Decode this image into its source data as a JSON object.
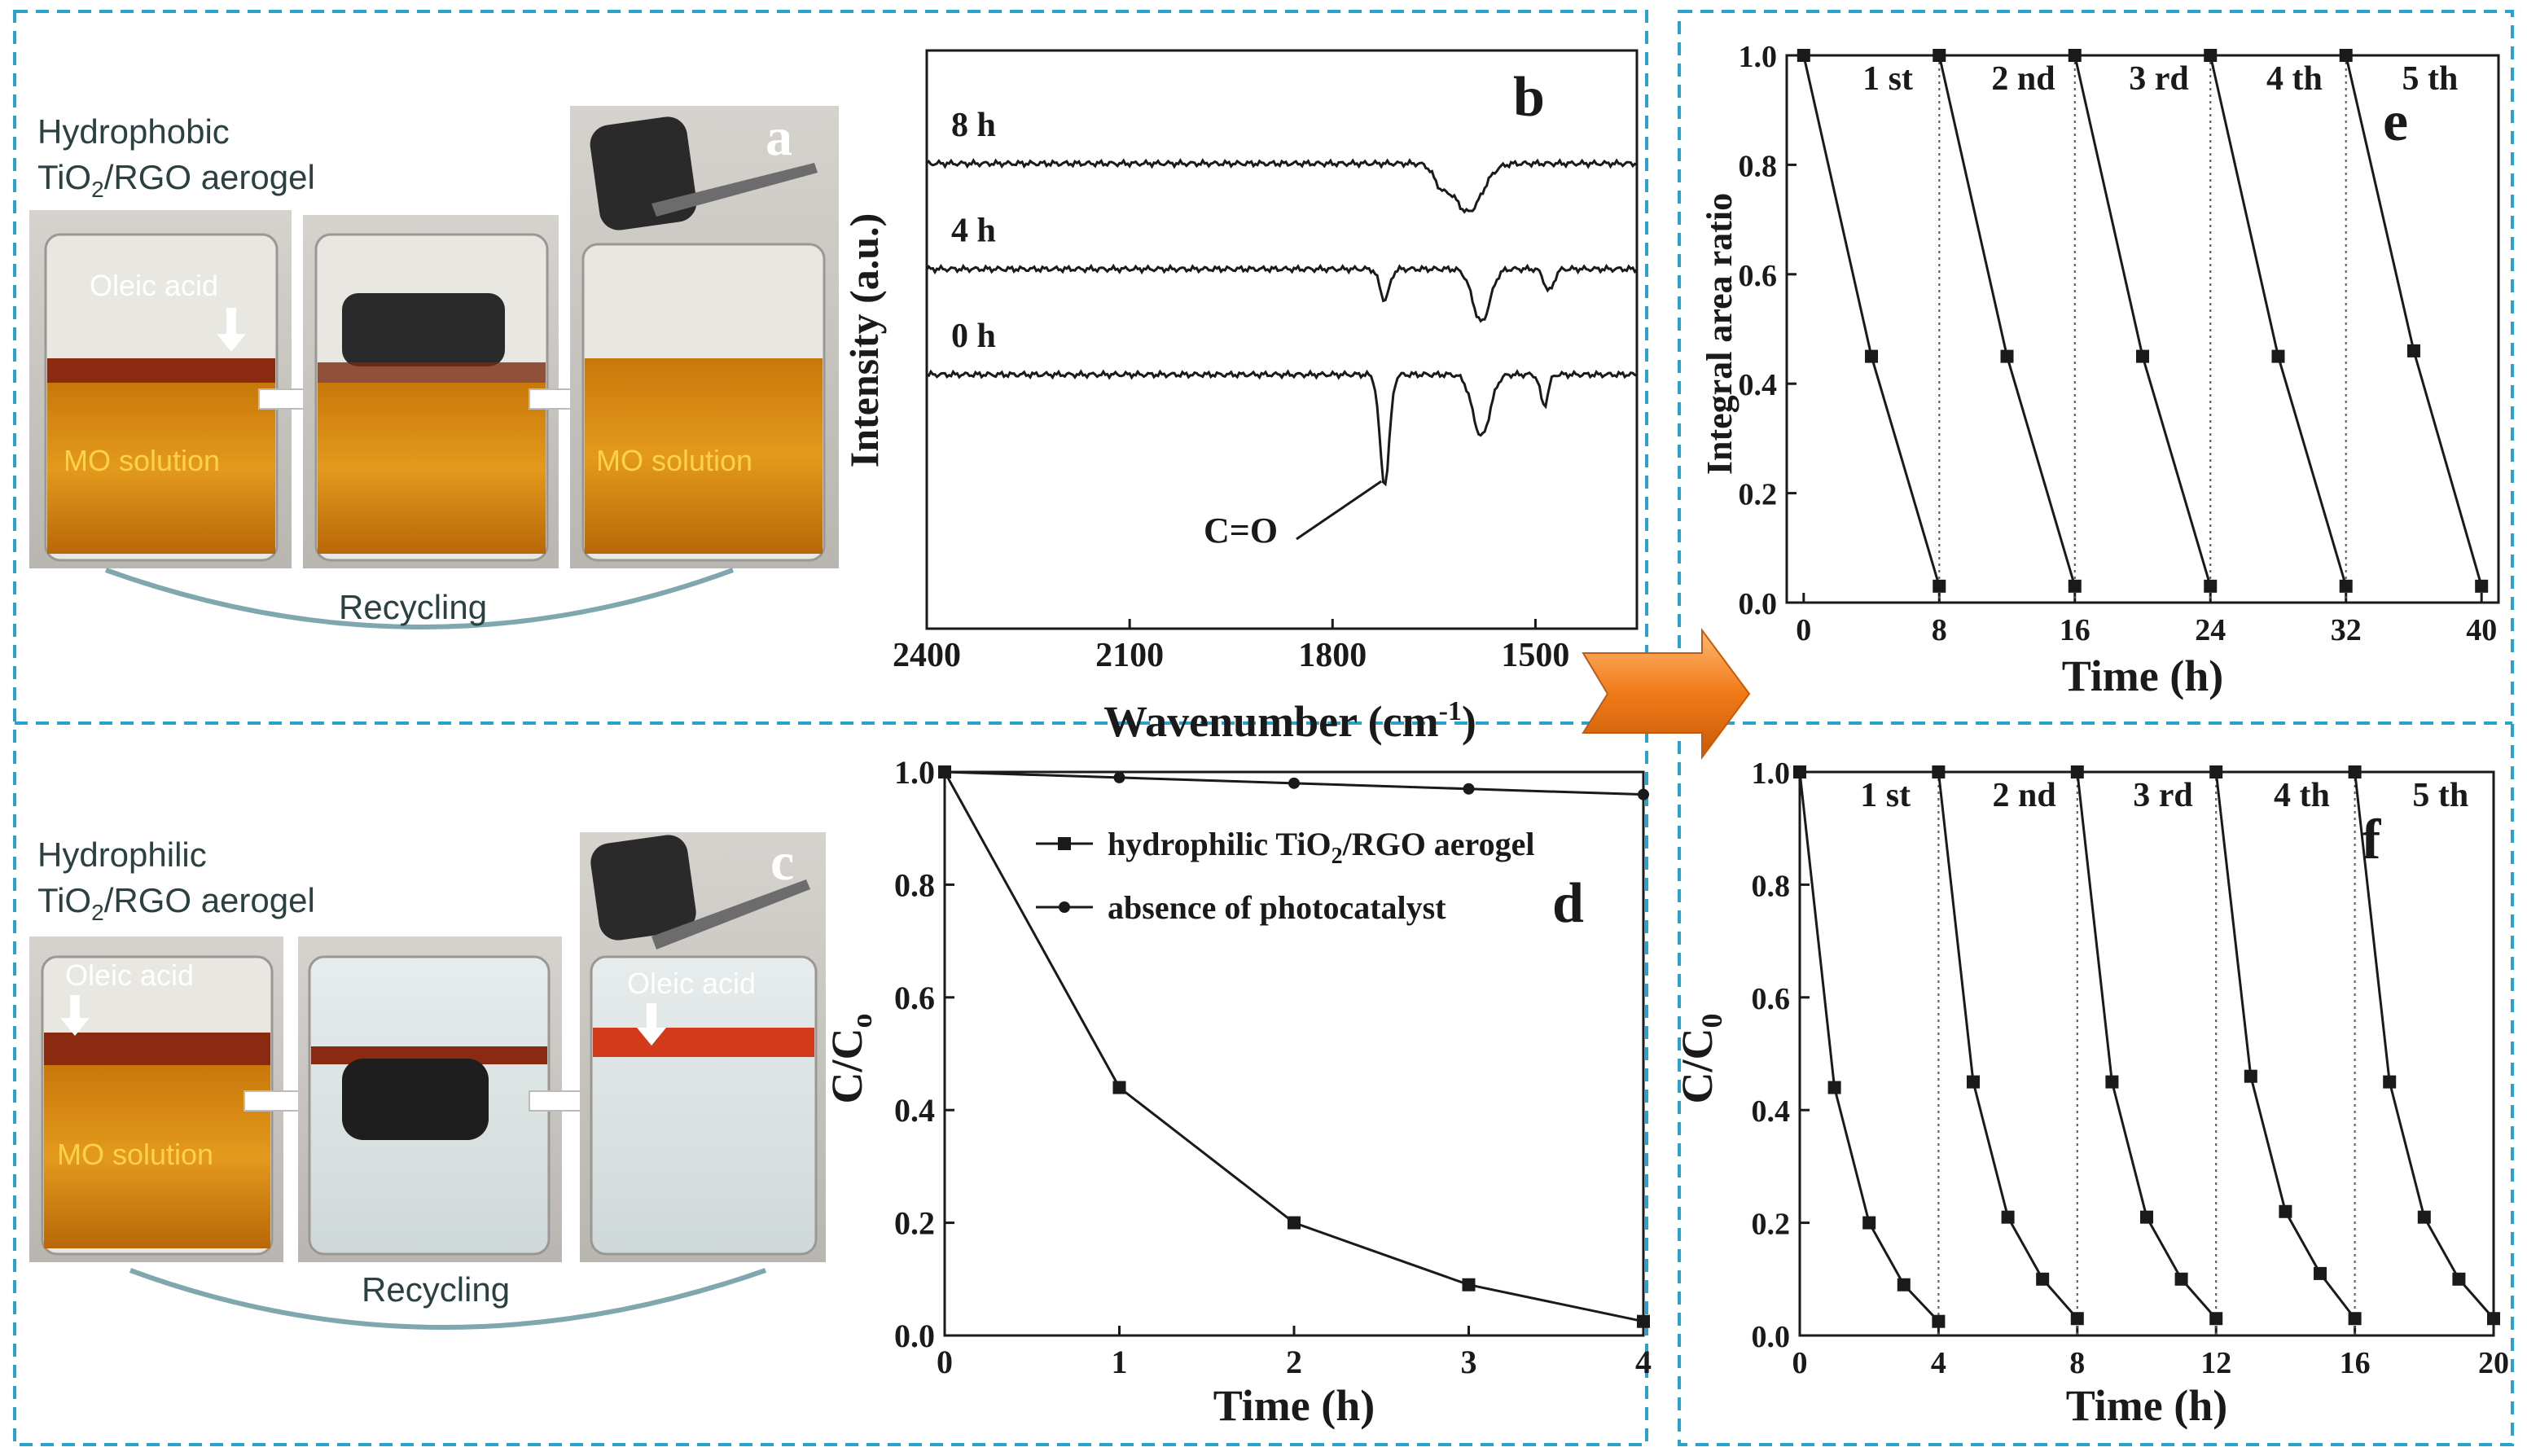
{
  "colors": {
    "border": "#29a3cc",
    "amber": "#d9860c",
    "amber_dark": "#a65a05",
    "oil_band": "#8a2a10",
    "water": "#dde4e4",
    "ink": "#1a1a1a",
    "arrow_orange": "#f07a18",
    "arrow_orange_light": "#ffb266",
    "photo_text": "#2b4040",
    "photo_bg": "#c9c6c1"
  },
  "icons": [
    "arrow-right-icon",
    "tweezers-icon"
  ],
  "photo_a": {
    "letter": "a",
    "title_line1": "Hydrophobic",
    "title_line2_prefix": "TiO",
    "title_line2_sub": "2",
    "title_line2_suffix": "/RGO aerogel",
    "oleic_label": "Oleic acid",
    "mo_label": "MO solution",
    "recycling_label": "Recycling"
  },
  "photo_c": {
    "letter": "c",
    "title_line1": "Hydrophilic",
    "title_line2_prefix": "TiO",
    "title_line2_sub": "2",
    "title_line2_suffix": "/RGO aerogel",
    "oleic_label_left": "Oleic acid",
    "oleic_label_right": "Oleic acid",
    "mo_label": "MO solution",
    "recycling_label": "Recycling"
  },
  "chart_data": [
    {
      "panel": "b",
      "type": "line",
      "xlabel_main": "Wavenumber (cm",
      "xlabel_sup": "-1",
      "xlabel_end": ")",
      "ylabel": "Intensity (a.u.)",
      "xlim": [
        2400,
        1350
      ],
      "x_reversed": true,
      "x_ticks": [
        2400,
        2100,
        1800,
        1500
      ],
      "y_ticks_shown": false,
      "annotation": "C=O",
      "series": [
        {
          "name": "8 h",
          "offset": 2.4,
          "dips": [
            [
              1600,
              0.55,
              30
            ],
            [
              1640,
              0.2,
              15
            ]
          ]
        },
        {
          "name": "4 h",
          "offset": 1.2,
          "dips": [
            [
              1723,
              0.35,
              10
            ],
            [
              1580,
              0.6,
              18
            ],
            [
              1480,
              0.25,
              10
            ]
          ]
        },
        {
          "name": "0 h",
          "offset": 0.0,
          "dips": [
            [
              1723,
              1.25,
              10
            ],
            [
              1580,
              0.7,
              18
            ],
            [
              1487,
              0.35,
              8
            ]
          ]
        }
      ]
    },
    {
      "panel": "d",
      "type": "line",
      "xlabel": "Time (h)",
      "ylabel_main": "C/C",
      "ylabel_sub": "o",
      "xlim": [
        0,
        4
      ],
      "ylim": [
        0,
        1.0
      ],
      "x_ticks": [
        0,
        1,
        2,
        3,
        4
      ],
      "y_ticks": [
        0.0,
        0.2,
        0.4,
        0.6,
        0.8,
        1.0
      ],
      "x": [
        0,
        1,
        2,
        3,
        4
      ],
      "series": [
        {
          "name_main": "hydrophilic TiO",
          "name_sub": "2",
          "name_end": "/RGO aerogel",
          "marker": "square",
          "values": [
            1.0,
            0.44,
            0.2,
            0.09,
            0.025
          ]
        },
        {
          "name_main": "absence of photocatalyst",
          "name_sub": "",
          "name_end": "",
          "marker": "circle",
          "values": [
            1.0,
            0.99,
            0.98,
            0.97,
            0.96
          ]
        }
      ]
    },
    {
      "panel": "e",
      "type": "line",
      "xlabel": "Time (h)",
      "ylabel": "Integral area ratio",
      "xlim": [
        -1,
        41
      ],
      "ylim": [
        0,
        1.0
      ],
      "x_ticks": [
        0,
        8,
        16,
        24,
        32,
        40
      ],
      "y_ticks": [
        0.0,
        0.2,
        0.4,
        0.6,
        0.8,
        1.0
      ],
      "cycle_labels": [
        "1 st",
        "2 nd",
        "3 rd",
        "4 th",
        "5 th"
      ],
      "cycle_boundaries": [
        8,
        16,
        24,
        32
      ],
      "cycles": [
        {
          "x": [
            0,
            4,
            8
          ],
          "y": [
            1.0,
            0.45,
            0.03
          ]
        },
        {
          "x": [
            8,
            12,
            16
          ],
          "y": [
            1.0,
            0.45,
            0.03
          ]
        },
        {
          "x": [
            16,
            20,
            24
          ],
          "y": [
            1.0,
            0.45,
            0.03
          ]
        },
        {
          "x": [
            24,
            28,
            32
          ],
          "y": [
            1.0,
            0.45,
            0.03
          ]
        },
        {
          "x": [
            32,
            36,
            40
          ],
          "y": [
            1.0,
            0.46,
            0.03
          ]
        }
      ]
    },
    {
      "panel": "f",
      "type": "line",
      "xlabel": "Time (h)",
      "ylabel_main": "C/C",
      "ylabel_sub": "0",
      "xlim": [
        0,
        20
      ],
      "ylim": [
        0,
        1.0
      ],
      "x_ticks": [
        0,
        4,
        8,
        12,
        16,
        20
      ],
      "y_ticks": [
        0.0,
        0.2,
        0.4,
        0.6,
        0.8,
        1.0
      ],
      "cycle_labels": [
        "1 st",
        "2 nd",
        "3 rd",
        "4 th",
        "5 th"
      ],
      "cycle_boundaries": [
        4,
        8,
        12,
        16
      ],
      "cycles": [
        {
          "x": [
            0,
            1,
            2,
            3,
            4
          ],
          "y": [
            1.0,
            0.44,
            0.2,
            0.09,
            0.025
          ]
        },
        {
          "x": [
            4,
            5,
            6,
            7,
            8
          ],
          "y": [
            1.0,
            0.45,
            0.21,
            0.1,
            0.03
          ]
        },
        {
          "x": [
            8,
            9,
            10,
            11,
            12
          ],
          "y": [
            1.0,
            0.45,
            0.21,
            0.1,
            0.03
          ]
        },
        {
          "x": [
            12,
            13,
            14,
            15,
            16
          ],
          "y": [
            1.0,
            0.46,
            0.22,
            0.11,
            0.03
          ]
        },
        {
          "x": [
            16,
            17,
            18,
            19,
            20
          ],
          "y": [
            1.0,
            0.45,
            0.21,
            0.1,
            0.03
          ]
        }
      ]
    }
  ]
}
